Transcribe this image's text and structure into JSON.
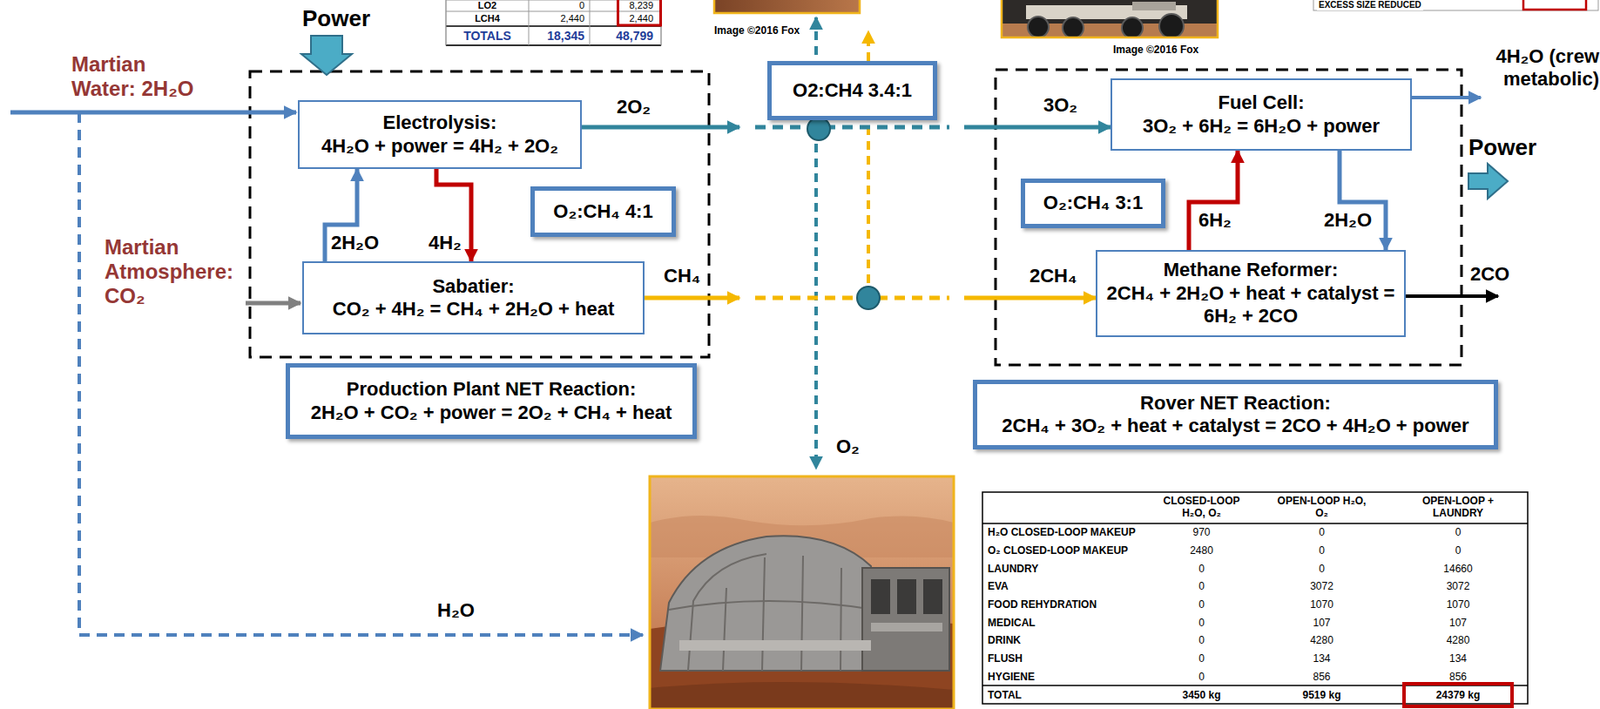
{
  "diagram": {
    "nodes": [
      {
        "text": [
          "Electrolysis:",
          "4H₂O + power = 4H₂ + 2O₂"
        ]
      },
      {
        "text": [
          "O₂:CH₄ 4:1"
        ]
      },
      {
        "text": [
          "Sabatier:",
          "CO₂ + 4H₂ = CH₄ + 2H₂O + heat"
        ]
      },
      {
        "text": [
          "Production Plant NET Reaction:",
          "2H₂O + CO₂ + power = 2O₂ + CH₄ + heat"
        ]
      },
      {
        "text": [
          "O2:CH4 3.4:1"
        ]
      },
      {
        "text": [
          "Fuel Cell:",
          "3O₂ + 6H₂ = 6H₂O + power"
        ]
      },
      {
        "text": [
          "O₂:CH₄ 3:1"
        ]
      },
      {
        "text": [
          "Methane Reformer:",
          "2CH₄ + 2H₂O + heat + catalyst = 6H₂ + 2CO"
        ]
      },
      {
        "text": [
          "Rover NET Reaction:",
          "2CH₄ + 3O₂ + heat + catalyst = 2CO + 4H₂O + power"
        ]
      }
    ],
    "edges": [
      {
        "from": 0,
        "to": 2,
        "label": "4H₂",
        "arrow": "to"
      },
      {
        "from": 2,
        "to": 0,
        "label": "2H₂O",
        "arrow": "to"
      },
      {
        "from": 0,
        "to": 5,
        "label": "2O₂",
        "arrow": "to"
      },
      {
        "from": 2,
        "to": 7,
        "label": "CH₄",
        "arrow": "to"
      },
      {
        "from": 7,
        "to": 5,
        "label": "6H₂",
        "arrow": "to"
      },
      {
        "from": 5,
        "to": 7,
        "label": "2H₂O",
        "arrow": "to"
      }
    ],
    "labels": [
      "Power",
      "Martian Water: 2H₂O",
      "Martian Atmosphere: CO₂",
      "3O₂",
      "2CH₄",
      "4H₂O (crew metabolic)",
      "Power",
      "2CO",
      "O₂",
      "H₂O",
      "Image ©2016 Fox",
      "Image ©2016 Fox",
      "EXCESS SIZE REDUCED",
      "LO2",
      "0",
      "8,239",
      "LCH4",
      "2,440",
      "2,440",
      "TOTALS",
      "18,345",
      "48,799",
      "CLOSED-LOOP H₂O, O₂",
      "OPEN-LOOP H₂O, O₂",
      "OPEN-LOOP + LAUNDRY",
      "H₂O CLOSED-LOOP MAKEUP",
      "970",
      "0",
      "0",
      "O₂ CLOSED-LOOP MAKEUP",
      "2480",
      "0",
      "0",
      "LAUNDRY",
      "0",
      "0",
      "14660",
      "EVA",
      "0",
      "3072",
      "3072",
      "FOOD REHYDRATION",
      "0",
      "1070",
      "1070",
      "MEDICAL",
      "0",
      "107",
      "107",
      "DRINK",
      "0",
      "4280",
      "4280",
      "FLUSH",
      "0",
      "134",
      "134",
      "HYGIENE",
      "0",
      "856",
      "856",
      "TOTAL",
      "3450 kg",
      "9519 kg",
      "24379 kg"
    ]
  }
}
